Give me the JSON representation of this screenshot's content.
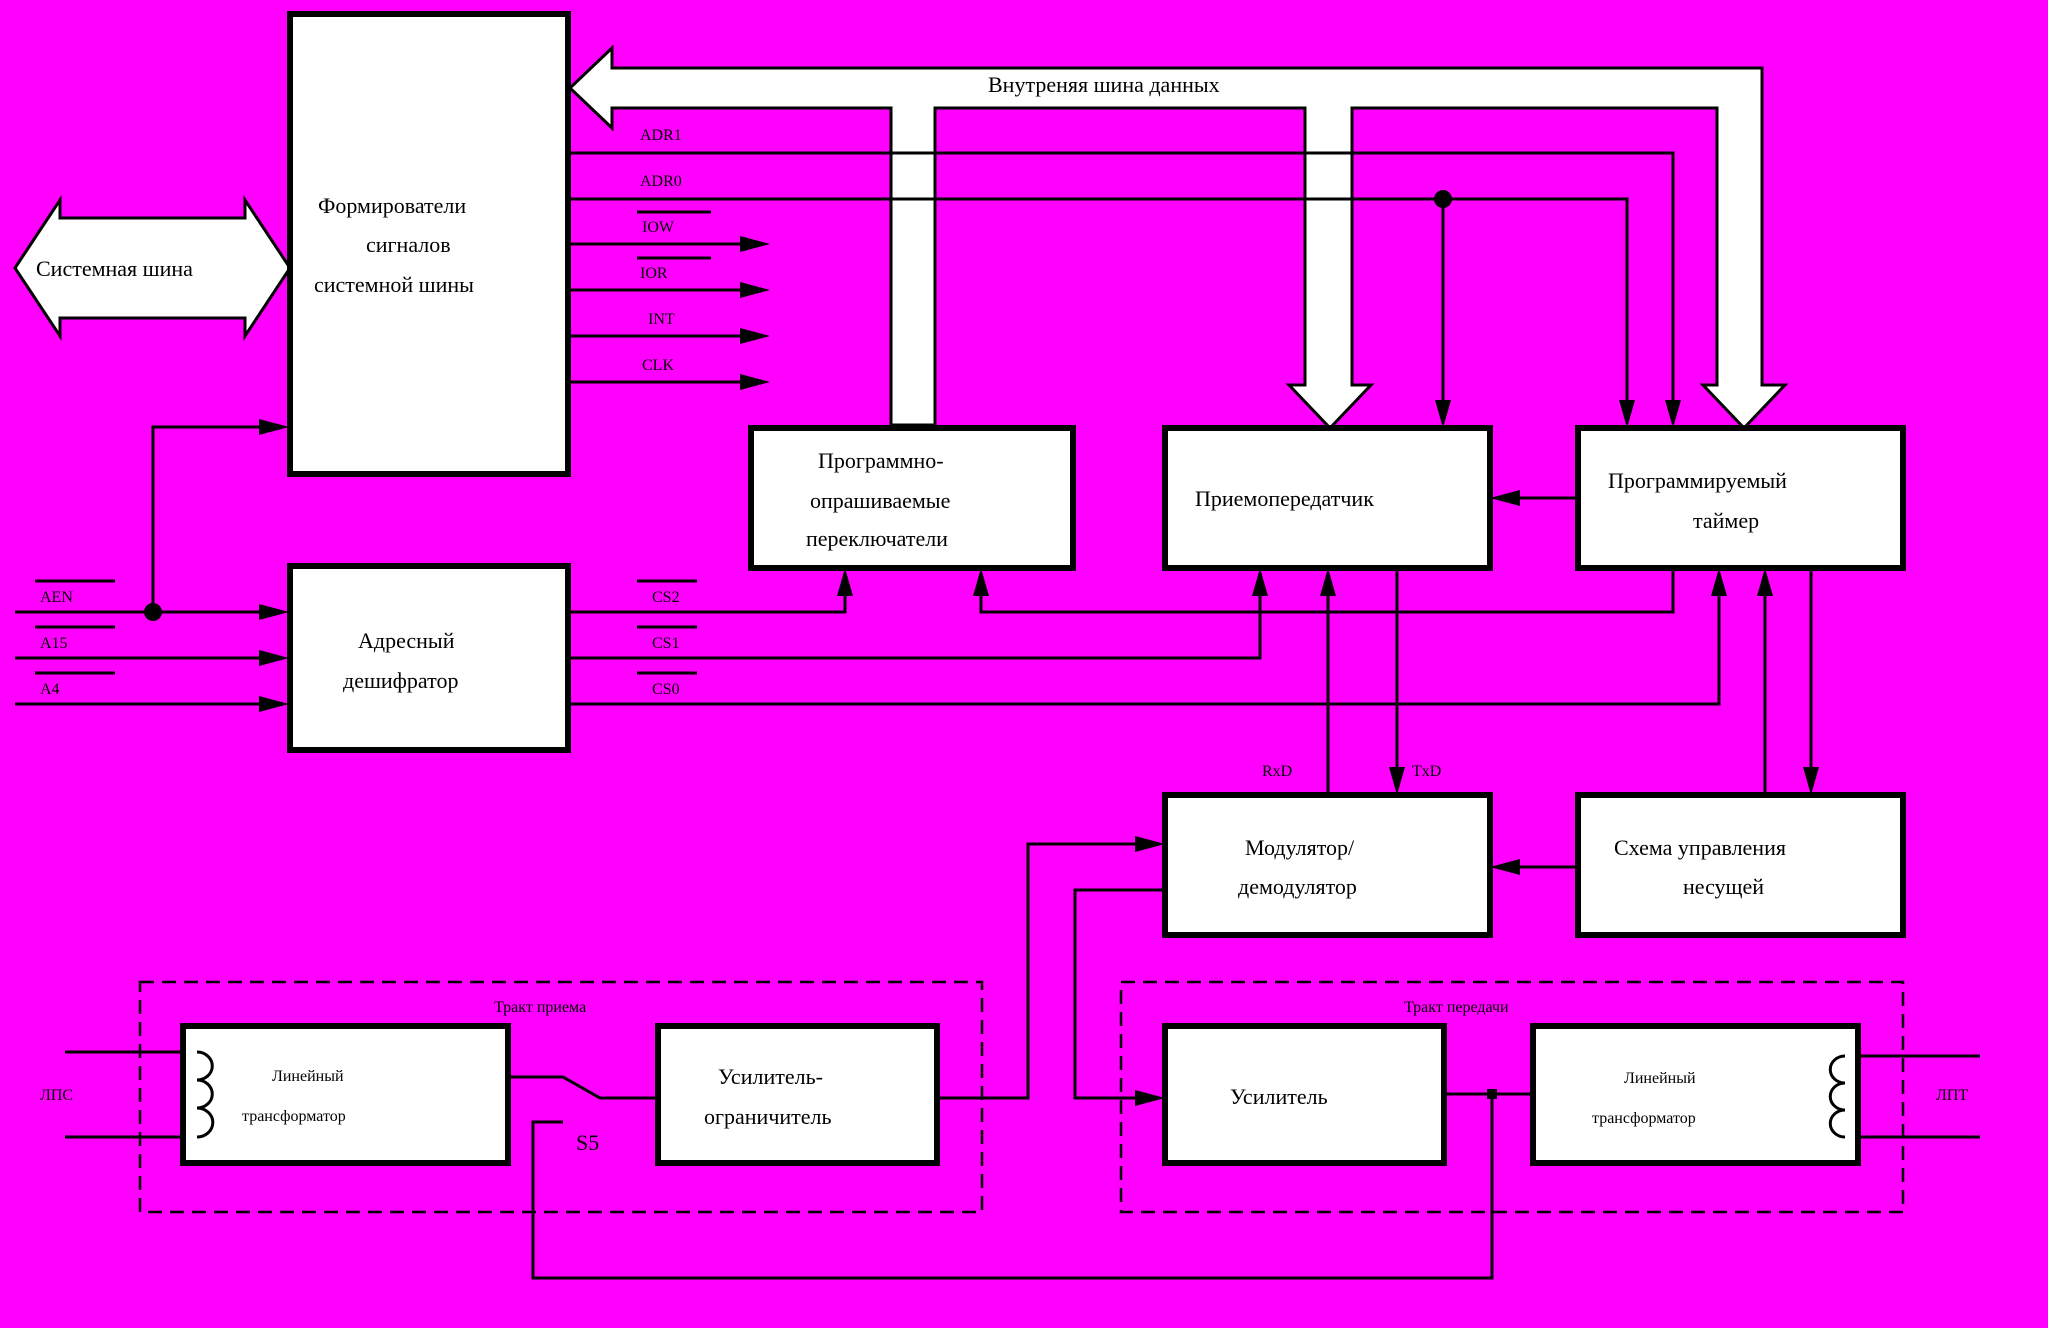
{
  "blocks": {
    "formers": [
      "Формирователи",
      "сигналов",
      "системной шины"
    ],
    "decoder": [
      "Адресный",
      "дешифратор"
    ],
    "switches": [
      "Программно-",
      "опрашиваемые",
      "переключатели"
    ],
    "transceiver": [
      "Приемопередатчик"
    ],
    "timer": [
      "Программируемый",
      "таймер"
    ],
    "modem": [
      "Модулятор/",
      "демодулятор"
    ],
    "carrier": [
      "Схема управления",
      "несущей"
    ],
    "limiter": [
      "Усилитель-",
      "ограничитель"
    ],
    "amplifier": [
      "Усилитель"
    ],
    "rx_transformer": [
      "Линейный",
      "трансформатор"
    ],
    "tx_transformer": [
      "Линейный",
      "трансформатор"
    ]
  },
  "labels": {
    "system_bus": "Системная шина",
    "internal_bus": "Внутреняя шина данных",
    "rx_path": "Тракт приема",
    "tx_path": "Тракт передачи",
    "switch_s5": "S5",
    "line_in": "ЛПС",
    "line_out": "ЛПТ",
    "rxd": "RxD",
    "txd": "TxD"
  },
  "signals_out": [
    "ADR1",
    "ADR0",
    "IOW",
    "IOR",
    "INT",
    "CLK"
  ],
  "signals_in": [
    "AEN",
    "A15",
    "A4"
  ],
  "decoder_out": [
    "CS2",
    "CS1",
    "CS0"
  ]
}
